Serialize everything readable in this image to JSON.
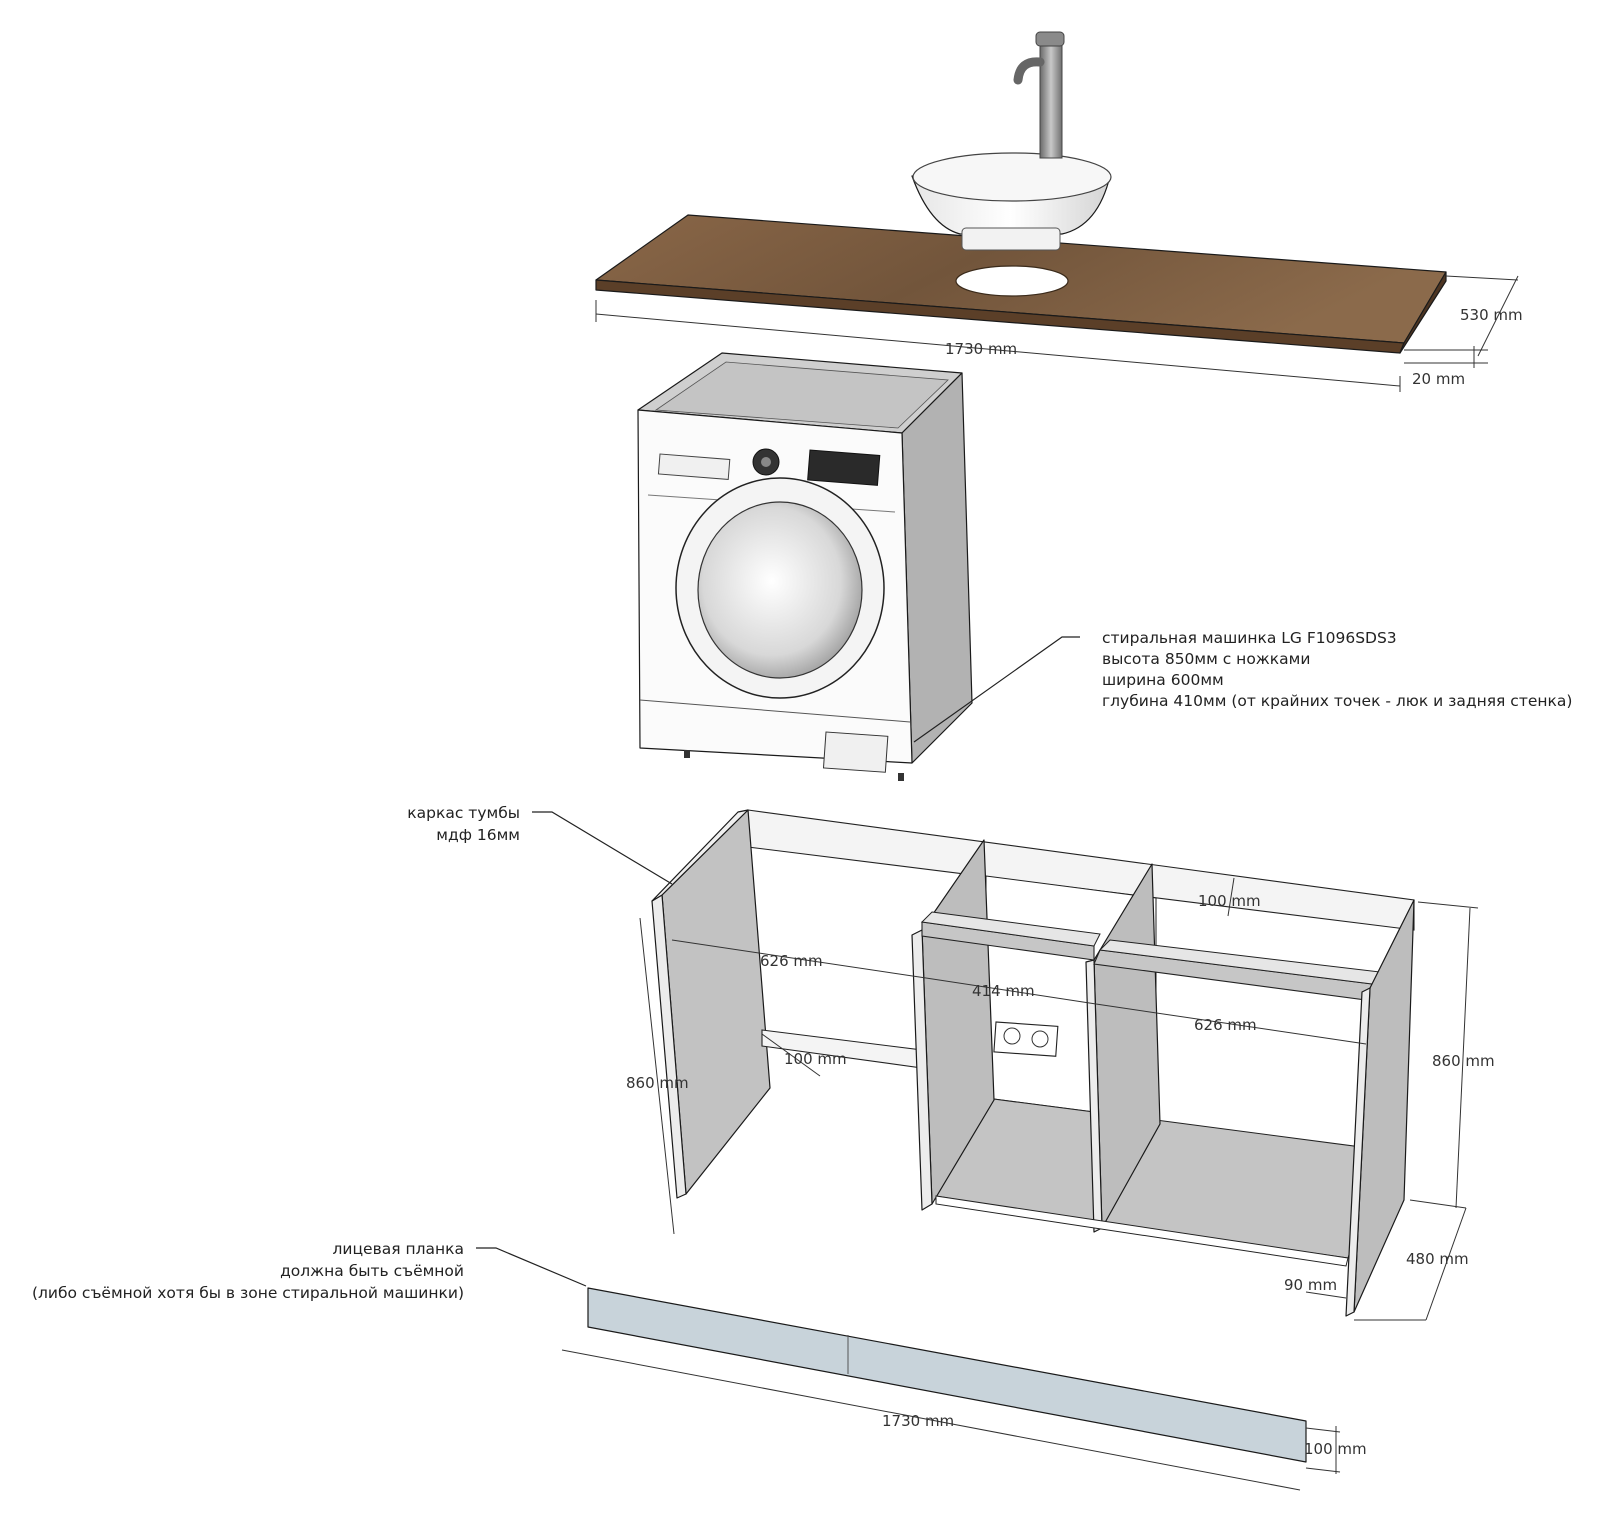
{
  "colors": {
    "wood": "#7a5a3e",
    "wood_edge": "#5b3f28",
    "panel_gray": "#bdbdbd",
    "panel_light": "#e8e8e8",
    "plank": "#c8d3da",
    "line": "#222222"
  },
  "countertop": {
    "width_label": "1730 mm",
    "depth_label": "530 mm",
    "thickness_label": "20 mm"
  },
  "washer": {
    "note_lines": [
      "стиральная машинка LG F1096SDS3",
      "высота 850мм с ножками",
      "ширина 600мм",
      "глубина 410мм (от крайних точек - люк и задняя стенка)"
    ]
  },
  "cabinet": {
    "note_lines": [
      "каркас тумбы",
      "мдф 16мм"
    ],
    "dims": {
      "left_height": "860 mm",
      "right_height": "860 mm",
      "depth": "480 mm",
      "span_left": "626 mm",
      "span_middle": "414 mm",
      "span_right": "626 mm",
      "rail_left": "100 mm",
      "rail_top": "100 mm",
      "plinth_gap": "90 mm"
    }
  },
  "front_plank": {
    "note_lines": [
      "лицевая планка",
      "должна быть съёмной",
      "(либо съёмной хотя бы в зоне стиральной машинки)"
    ],
    "width_label": "1730 mm",
    "height_label": "100 mm"
  }
}
